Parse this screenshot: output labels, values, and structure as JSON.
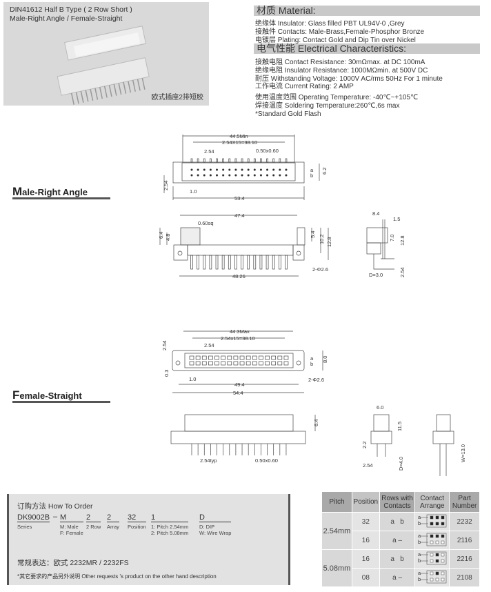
{
  "photo": {
    "title1": "DIN41612 Half  B Type ( 2 Row Short )",
    "title2": "Male-Right Angle / Female-Straight",
    "caption": "欧式插座2排短胶"
  },
  "material": {
    "header": "材质 Material:",
    "lines": [
      "绝缘体 Insulator: Glass filled PBT UL94V-0 ,Grey",
      "接触件 Contacts: Male-Brass,Female-Phosphor Bronze",
      "电镀层 Plating: Contact Gold and Dip Tin over Nickel"
    ]
  },
  "electrical": {
    "header": "电气性能 Electrical Characteristics:",
    "lines": [
      "接触电阻 Contact Resistance: 30mΩmax. at DC 100mA",
      "绝缘电阻 Insulator Resistance: 1000MΩmin. at 500V DC",
      "耐压 Withstanding Voltage: 1000V AC/rms 50Hz For 1 minute",
      "工作电流 Current Rating: 2 AMP",
      "使用温度范围 Operating Temperature: -40℃~+105℃",
      "焊接温度 Soldering Temperature:260℃,6s max",
      "*Standard Gold Flash"
    ]
  },
  "sections": {
    "male": "Male-Right Angle",
    "female": "Female-Straight"
  },
  "dims": {
    "m_top": [
      "44.5Min",
      "2.54X15=38.10",
      "2.54",
      "0.50x0.60",
      "6.2",
      "a",
      "b",
      "2.54",
      "1.0",
      "53.4"
    ],
    "m_side": [
      "47.4",
      "0.60sq",
      "6.4",
      "4.8",
      "5.4",
      "10.2",
      "12.8",
      "2-Φ2.6",
      "48.26"
    ],
    "m_prof": [
      "8.4",
      "1.5",
      "7.0",
      "12.8",
      "2.54",
      "D=3.0"
    ],
    "f_top": [
      "44.3Max",
      "2.54x15=38.10",
      "2.54",
      "2.54",
      "8.0",
      "a",
      "b",
      "0.3",
      "1.0",
      "2-Φ2.6",
      "49.4",
      "54.4"
    ],
    "f_side": [
      "6.4",
      "2.54typ",
      "0.50x0.60"
    ],
    "f_prof": [
      "6.0",
      "11.5",
      "2.2",
      "2.54",
      "D=4.0",
      "W=13.0"
    ]
  },
  "order": {
    "title": "订购方法 How To Order",
    "codes": [
      {
        "code": "DK9002B",
        "sub": "Series"
      },
      {
        "code": "M",
        "sub": "M: Male\nF: Female"
      },
      {
        "code": "2",
        "sub": "2 Row"
      },
      {
        "code": "2",
        "sub": "Array"
      },
      {
        "code": "32",
        "sub": "Position"
      },
      {
        "code": "1",
        "sub": "1: Pitch 2.54mm\n2: Pitch 5.08mm"
      },
      {
        "code": "D",
        "sub": "D: DIP\nW: Wire Wrap"
      }
    ],
    "dash": "–",
    "example": "常规表达：欧式 2232MR / 2232FS",
    "note": "*其它要求的产品另外说明 Other requests 's product on the other hand description"
  },
  "table": {
    "headers": [
      "Pitch",
      "Position",
      "Rows with Contacts",
      "Contact Arrange",
      "Part Number"
    ],
    "rows": [
      {
        "pitch": "2.54mm",
        "position": "32",
        "rows": "a   b",
        "part": "2232",
        "pattern": "ab-full"
      },
      {
        "position": "16",
        "rows": "a –",
        "part": "2116",
        "pattern": "a-full"
      },
      {
        "pitch": "5.08mm",
        "position": "16",
        "rows": "a   b",
        "part": "2216",
        "pattern": "ab-half"
      },
      {
        "position": "08",
        "rows": "a –",
        "part": "2108",
        "pattern": "a-half"
      }
    ],
    "arrange_labels": [
      "a",
      "b"
    ]
  }
}
